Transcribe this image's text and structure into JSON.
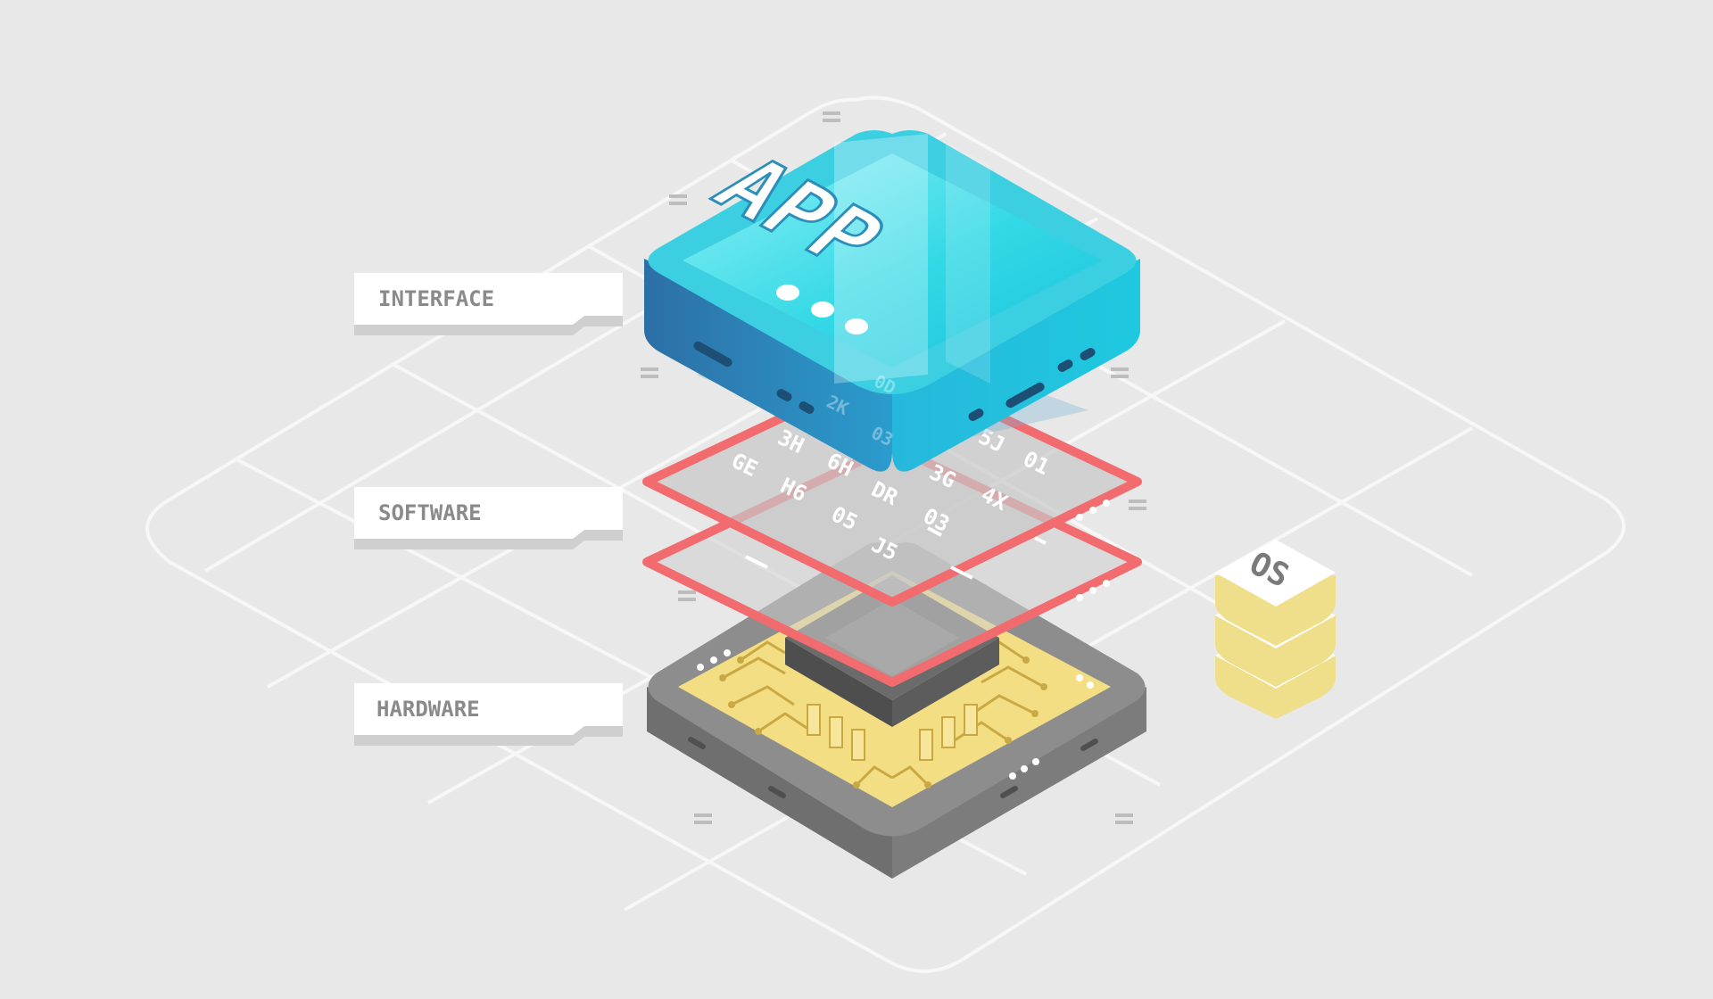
{
  "labels": {
    "interface": "INTERFACE",
    "software": "SOFTWARE",
    "hardware": "HARDWARE"
  },
  "app_text": "APP",
  "os_text": "OS",
  "code_rows": [
    [
      "3H",
      "6H",
      "3G",
      "4X",
      "5J",
      "01"
    ],
    [
      "GE",
      "H6",
      "05",
      "DR",
      "03"
    ],
    [
      "J5"
    ]
  ],
  "ghost_codes": [
    "0D",
    "2K",
    "03"
  ],
  "colors": {
    "background": "#e8e8e8",
    "grid_line": "#f7f7f7",
    "label_bg": "#ffffff",
    "label_text": "#8a8a8a",
    "app_top": "#2fd6e4",
    "app_side_left": "#2e7fb5",
    "app_side_right": "#23b6d8",
    "software_frame": "#f26b6e",
    "software_panel": "#c9c9c9",
    "pcb_yellow": "#f3de84",
    "pcb_trace": "#caa945",
    "board_gray": "#8d8d8d",
    "board_side": "#6f6f6f",
    "chip": "#6b6b6b",
    "os_yellow": "#f3e28e"
  }
}
